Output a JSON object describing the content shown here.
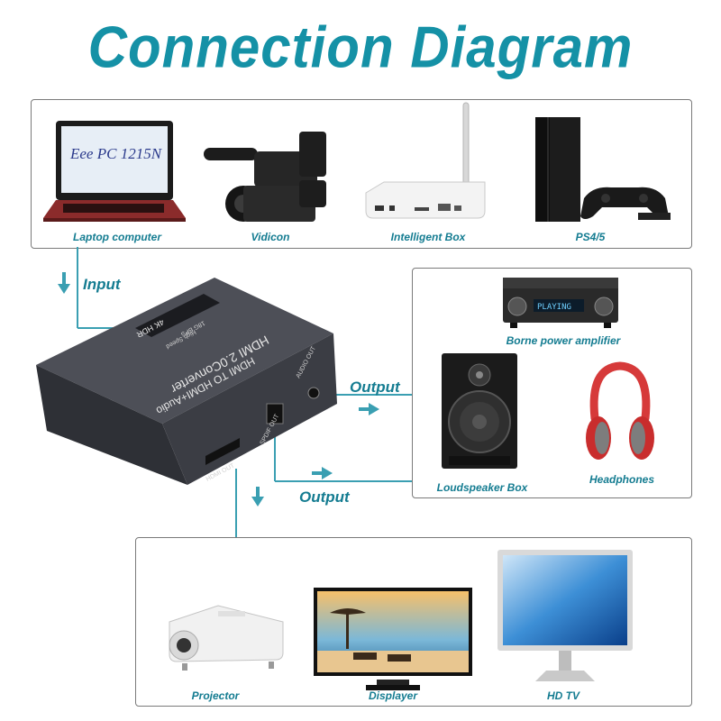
{
  "title": "Connection Diagram",
  "colors": {
    "accent": "#1591a6",
    "label": "#147c91",
    "connector": "#3a9fb2",
    "panel_border": "#7a7a7a"
  },
  "sources": [
    {
      "name": "Laptop computer",
      "icon": "laptop-icon",
      "screen_text": "Eee PC 1215N"
    },
    {
      "name": "Vidicon",
      "icon": "video-camera-icon"
    },
    {
      "name": "Intelligent Box",
      "icon": "router-box-icon"
    },
    {
      "name": "PS4/5",
      "icon": "game-console-icon"
    }
  ],
  "audio_outputs": [
    {
      "name": "Borne power amplifier",
      "icon": "amplifier-icon",
      "display_text": "PLAYING"
    },
    {
      "name": "Loudspeaker Box",
      "icon": "speaker-icon"
    },
    {
      "name": "Headphones",
      "icon": "headphones-icon"
    }
  ],
  "video_outputs": [
    {
      "name": "Projector",
      "icon": "projector-icon"
    },
    {
      "name": "Displayer",
      "icon": "monitor-icon"
    },
    {
      "name": "HD TV",
      "icon": "tv-icon"
    }
  ],
  "flow": {
    "input": "Input",
    "output_audio": "Output",
    "output_spdif": "Output"
  },
  "converter": {
    "top_line1": "HDMI 2.0Converter",
    "top_line2": "HDMI TO HDMI+Audio",
    "badge_res": "4K HDR",
    "badge_spec1": "18G BPS",
    "badge_spec2": "High Speed",
    "port_hdmi": "HDMI OUT",
    "port_spdif": "SPDIF OUT",
    "port_audio": "AUDIO OUT"
  }
}
